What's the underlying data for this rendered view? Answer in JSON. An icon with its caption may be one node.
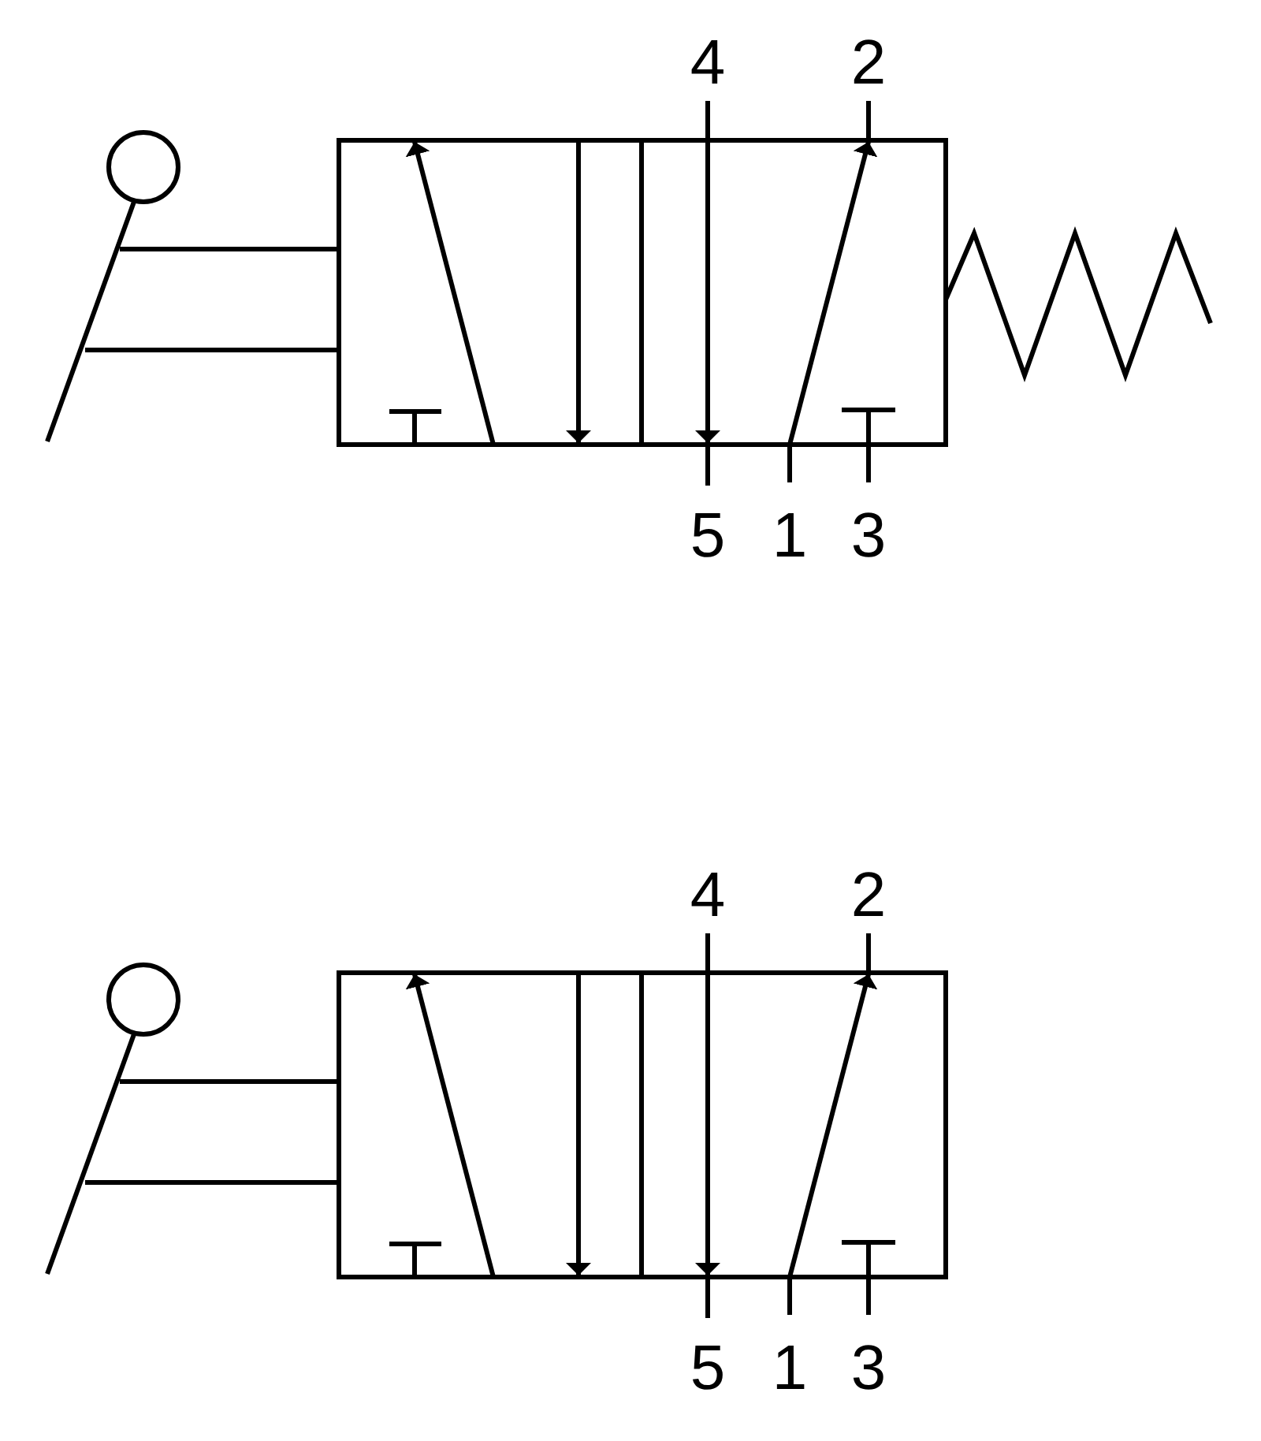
{
  "diagram": {
    "labels": [
      "4",
      "2",
      "5",
      "1",
      "3",
      "4",
      "2",
      "5",
      "1",
      "3"
    ]
  }
}
